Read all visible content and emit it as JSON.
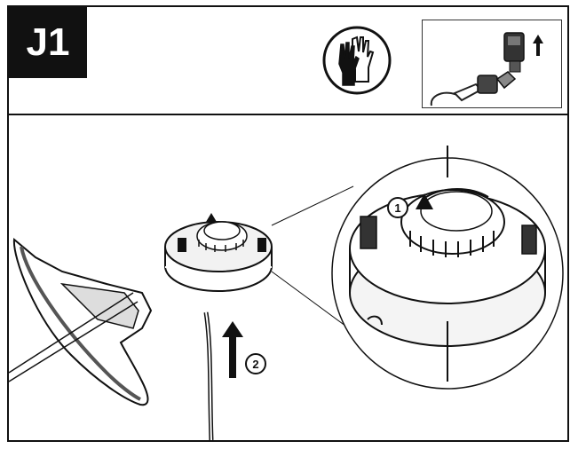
{
  "header": {
    "step_label": "J1"
  },
  "icons": {
    "safety": "gloves-icon",
    "inset": "unplug-battery-icon"
  },
  "callouts": {
    "one": "1",
    "two": "2"
  },
  "colors": {
    "frame": "#111111",
    "label_bg": "#111111",
    "label_text": "#ffffff"
  }
}
